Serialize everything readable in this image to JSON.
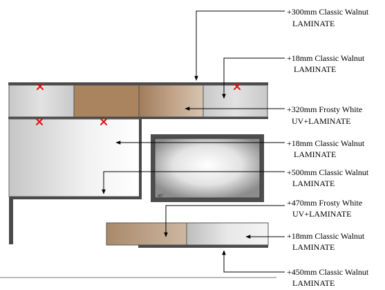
{
  "callouts": [
    {
      "line1": "+300mm Classic Walnut",
      "line2": "LAMINATE"
    },
    {
      "line1": "+18mm Classic Walnut",
      "line2": "LAMINATE"
    },
    {
      "line1": "+320mm Frosty White",
      "line2": "UV+LAMINATE"
    },
    {
      "line1": "+18mm Classic Walnut",
      "line2": "LAMINATE"
    },
    {
      "line1": "+500mm Classic Walnut",
      "line2": "LAMINATE"
    },
    {
      "line1": "+470mm Frosty White",
      "line2": "UV+LAMINATE"
    },
    {
      "line1": "+18mm Classic Walnut",
      "line2": "LAMINATE"
    },
    {
      "line1": "+450mm Classic Walnut",
      "line2": "LAMINATE"
    }
  ],
  "tv": {
    "size_label": "45\""
  },
  "colors": {
    "walnut": "#a78566",
    "frosty_white": "#dcdcdc",
    "dark_edge": "#444444",
    "marker": "#dd1111"
  },
  "icons": [
    "x-marker-icon",
    "arrow-icon"
  ]
}
